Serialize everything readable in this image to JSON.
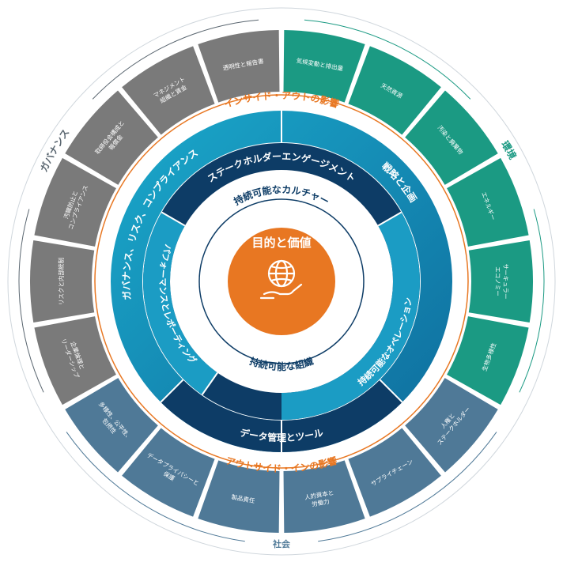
{
  "center": {
    "title": "目的と価値",
    "icon": "globe-hand-icon"
  },
  "arcs": {
    "inner_top": "持続可能なカルチャー",
    "inner_bottom": "持続可能な組織",
    "engagement": "ステークホルダーエンゲージメント",
    "governance_risk": "ガバナンス、リスク、コンプライアンス",
    "strategy": "戦略と企画",
    "performance": "パフォーマンスとレポーティング",
    "operations": "持続可能なオペレーション",
    "data": "データ管理とツール",
    "inside_out": "インサイド・アウトの影響",
    "outside_in": "アウトサイド・インの影響"
  },
  "pillars": {
    "governance": "ガバナンス",
    "environment": "環境",
    "society": "社会"
  },
  "segments": {
    "governance": [
      "企業倫理と\nリーダーシップ",
      "リスクと内部統制",
      "汚職防止と\nコンプライアンス",
      "取締役会構成と\n報償金",
      "マネジメント\n組織と賃金",
      "透明性と報告書"
    ],
    "environment": [
      "気候変動と排出量",
      "天然資源",
      "汚染と廃棄物",
      "エネルギー",
      "サーキュラー\nエコノミー",
      "生物多様性"
    ],
    "society": [
      "人権と\nステークホルダー",
      "サプライチェーン",
      "人的資本と\n労働力",
      "製品責任",
      "データプライバシーと\n保護",
      "多様性、公平性、\n包摂性"
    ]
  },
  "colors": {
    "governance": "#7a7a7a",
    "environment": "#1b9a83",
    "society": "#4f7997",
    "accent": "#e87722",
    "navy": "#0e3a63",
    "teal": "#1591b8",
    "teal_light": "#23a8c8"
  }
}
